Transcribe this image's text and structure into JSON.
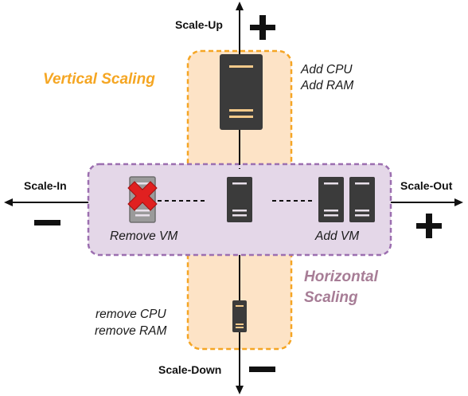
{
  "labels": {
    "scale_up": "Scale-Up",
    "scale_down": "Scale-Down",
    "scale_in": "Scale-In",
    "scale_out": "Scale-Out",
    "vertical_scaling": "Vertical Scaling",
    "horizontal_scaling_line1": "Horizontal",
    "horizontal_scaling_line2": "Scaling",
    "add_cpu": "Add CPU",
    "add_ram": "Add RAM",
    "remove_cpu": "remove CPU",
    "remove_ram": "remove RAM",
    "remove_vm": "Remove VM",
    "add_vm": "Add VM"
  },
  "colors": {
    "vertical_band_fill": "#fde3c6",
    "vertical_band_border": "#f5a524",
    "vertical_label": "#f5a623",
    "horizontal_band_fill": "#e4d7e8",
    "horizontal_band_border": "#9c6fb0",
    "horizontal_label": "#a77d96",
    "server": "#3b3b3b",
    "remove_cross": "#e02020"
  },
  "icons": [
    "server-icon",
    "remove-x-icon",
    "plus-icon",
    "minus-icon",
    "arrow-up-icon",
    "arrow-down-icon",
    "arrow-left-icon",
    "arrow-right-icon"
  ]
}
